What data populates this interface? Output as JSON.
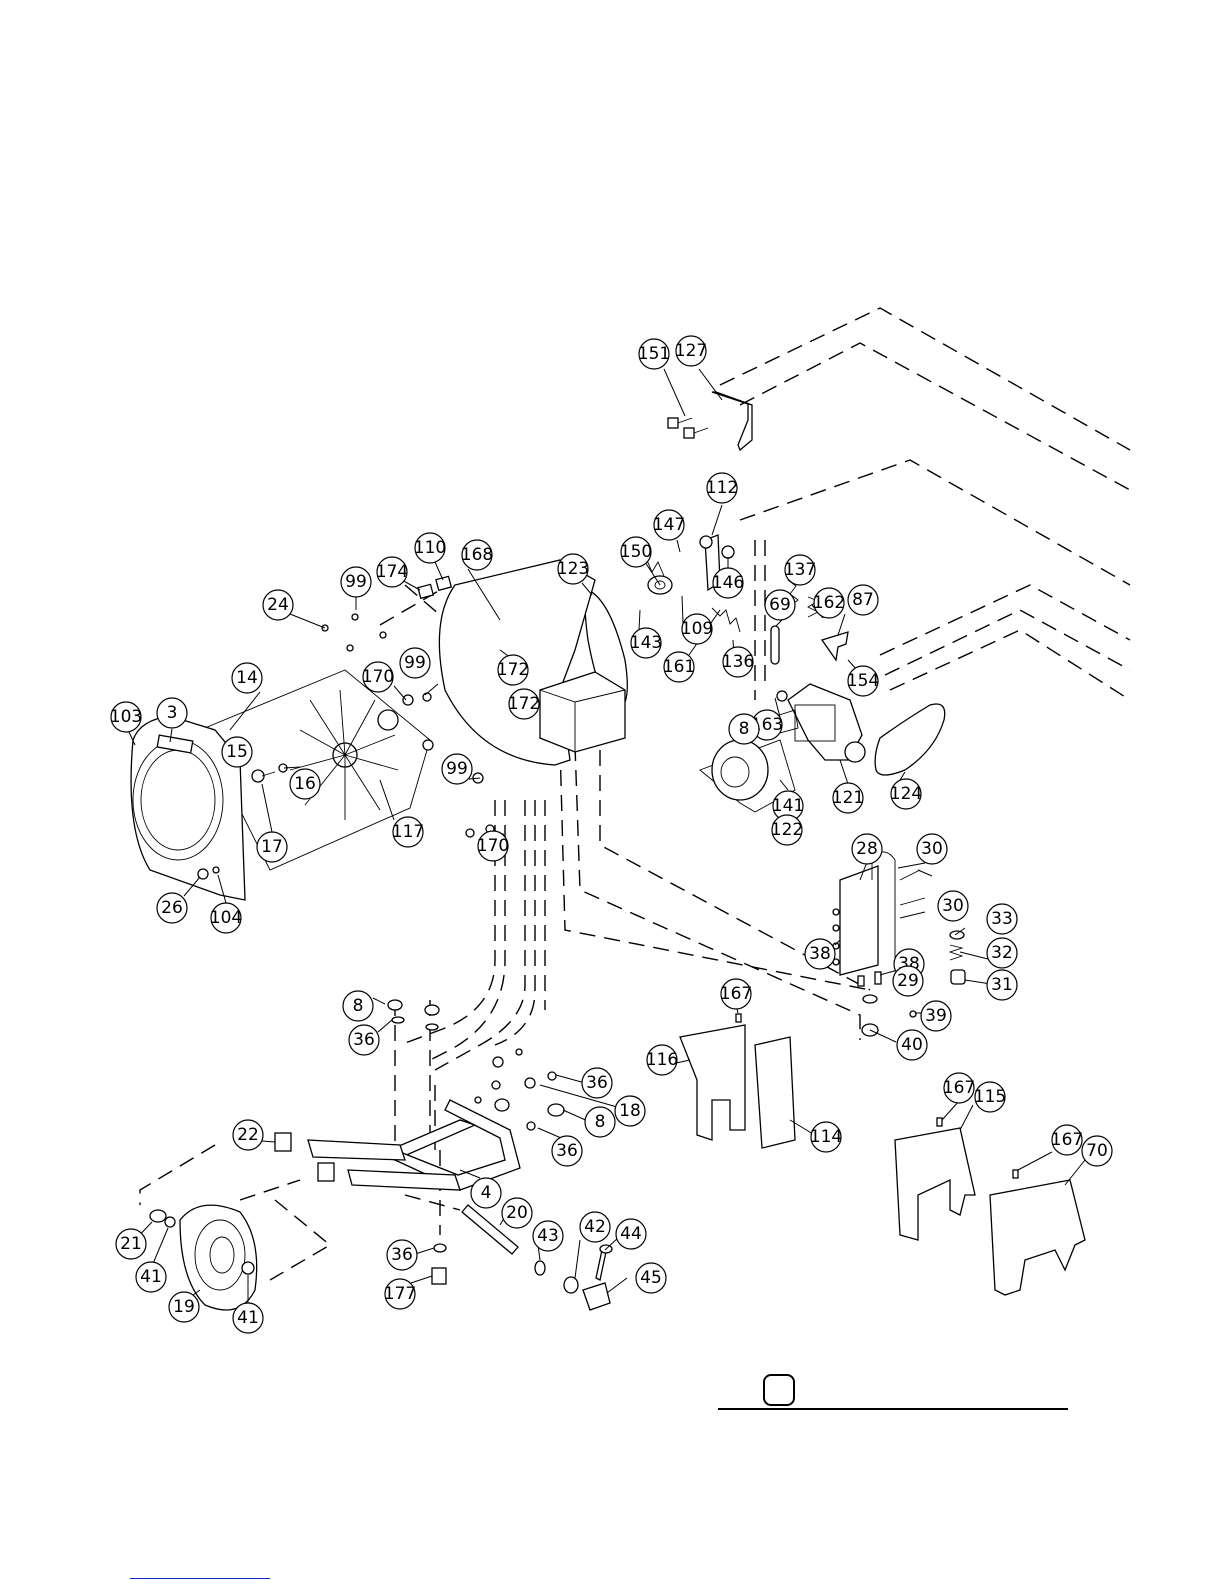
{
  "callouts": [
    {
      "label": "151"
    },
    {
      "label": "127"
    },
    {
      "label": "112"
    },
    {
      "label": "147"
    },
    {
      "label": "150"
    },
    {
      "label": "146"
    },
    {
      "label": "137"
    },
    {
      "label": "123"
    },
    {
      "label": "110"
    },
    {
      "label": "168"
    },
    {
      "label": "174"
    },
    {
      "label": "99"
    },
    {
      "label": "24"
    },
    {
      "label": "69"
    },
    {
      "label": "162"
    },
    {
      "label": "87"
    },
    {
      "label": "143"
    },
    {
      "label": "109"
    },
    {
      "label": "161"
    },
    {
      "label": "136"
    },
    {
      "label": "154"
    },
    {
      "label": "14"
    },
    {
      "label": "170"
    },
    {
      "label": "99"
    },
    {
      "label": "172"
    },
    {
      "label": "172"
    },
    {
      "label": "163"
    },
    {
      "label": "8"
    },
    {
      "label": "103"
    },
    {
      "label": "3"
    },
    {
      "label": "15"
    },
    {
      "label": "16"
    },
    {
      "label": "117"
    },
    {
      "label": "17"
    },
    {
      "label": "99"
    },
    {
      "label": "170"
    },
    {
      "label": "121"
    },
    {
      "label": "124"
    },
    {
      "label": "141"
    },
    {
      "label": "122"
    },
    {
      "label": "26"
    },
    {
      "label": "104"
    },
    {
      "label": "28"
    },
    {
      "label": "30"
    },
    {
      "label": "30"
    },
    {
      "label": "33"
    },
    {
      "label": "32"
    },
    {
      "label": "38"
    },
    {
      "label": "38"
    },
    {
      "label": "29"
    },
    {
      "label": "31"
    },
    {
      "label": "39"
    },
    {
      "label": "40"
    },
    {
      "label": "8"
    },
    {
      "label": "36"
    },
    {
      "label": "167"
    },
    {
      "label": "116"
    },
    {
      "label": "36"
    },
    {
      "label": "18"
    },
    {
      "label": "8"
    },
    {
      "label": "36"
    },
    {
      "label": "114"
    },
    {
      "label": "167"
    },
    {
      "label": "115"
    },
    {
      "label": "167"
    },
    {
      "label": "70"
    },
    {
      "label": "22"
    },
    {
      "label": "4"
    },
    {
      "label": "20"
    },
    {
      "label": "21"
    },
    {
      "label": "41"
    },
    {
      "label": "19"
    },
    {
      "label": "41"
    },
    {
      "label": "36"
    },
    {
      "label": "43"
    },
    {
      "label": "42"
    },
    {
      "label": "44"
    },
    {
      "label": "45"
    },
    {
      "label": "177"
    }
  ]
}
